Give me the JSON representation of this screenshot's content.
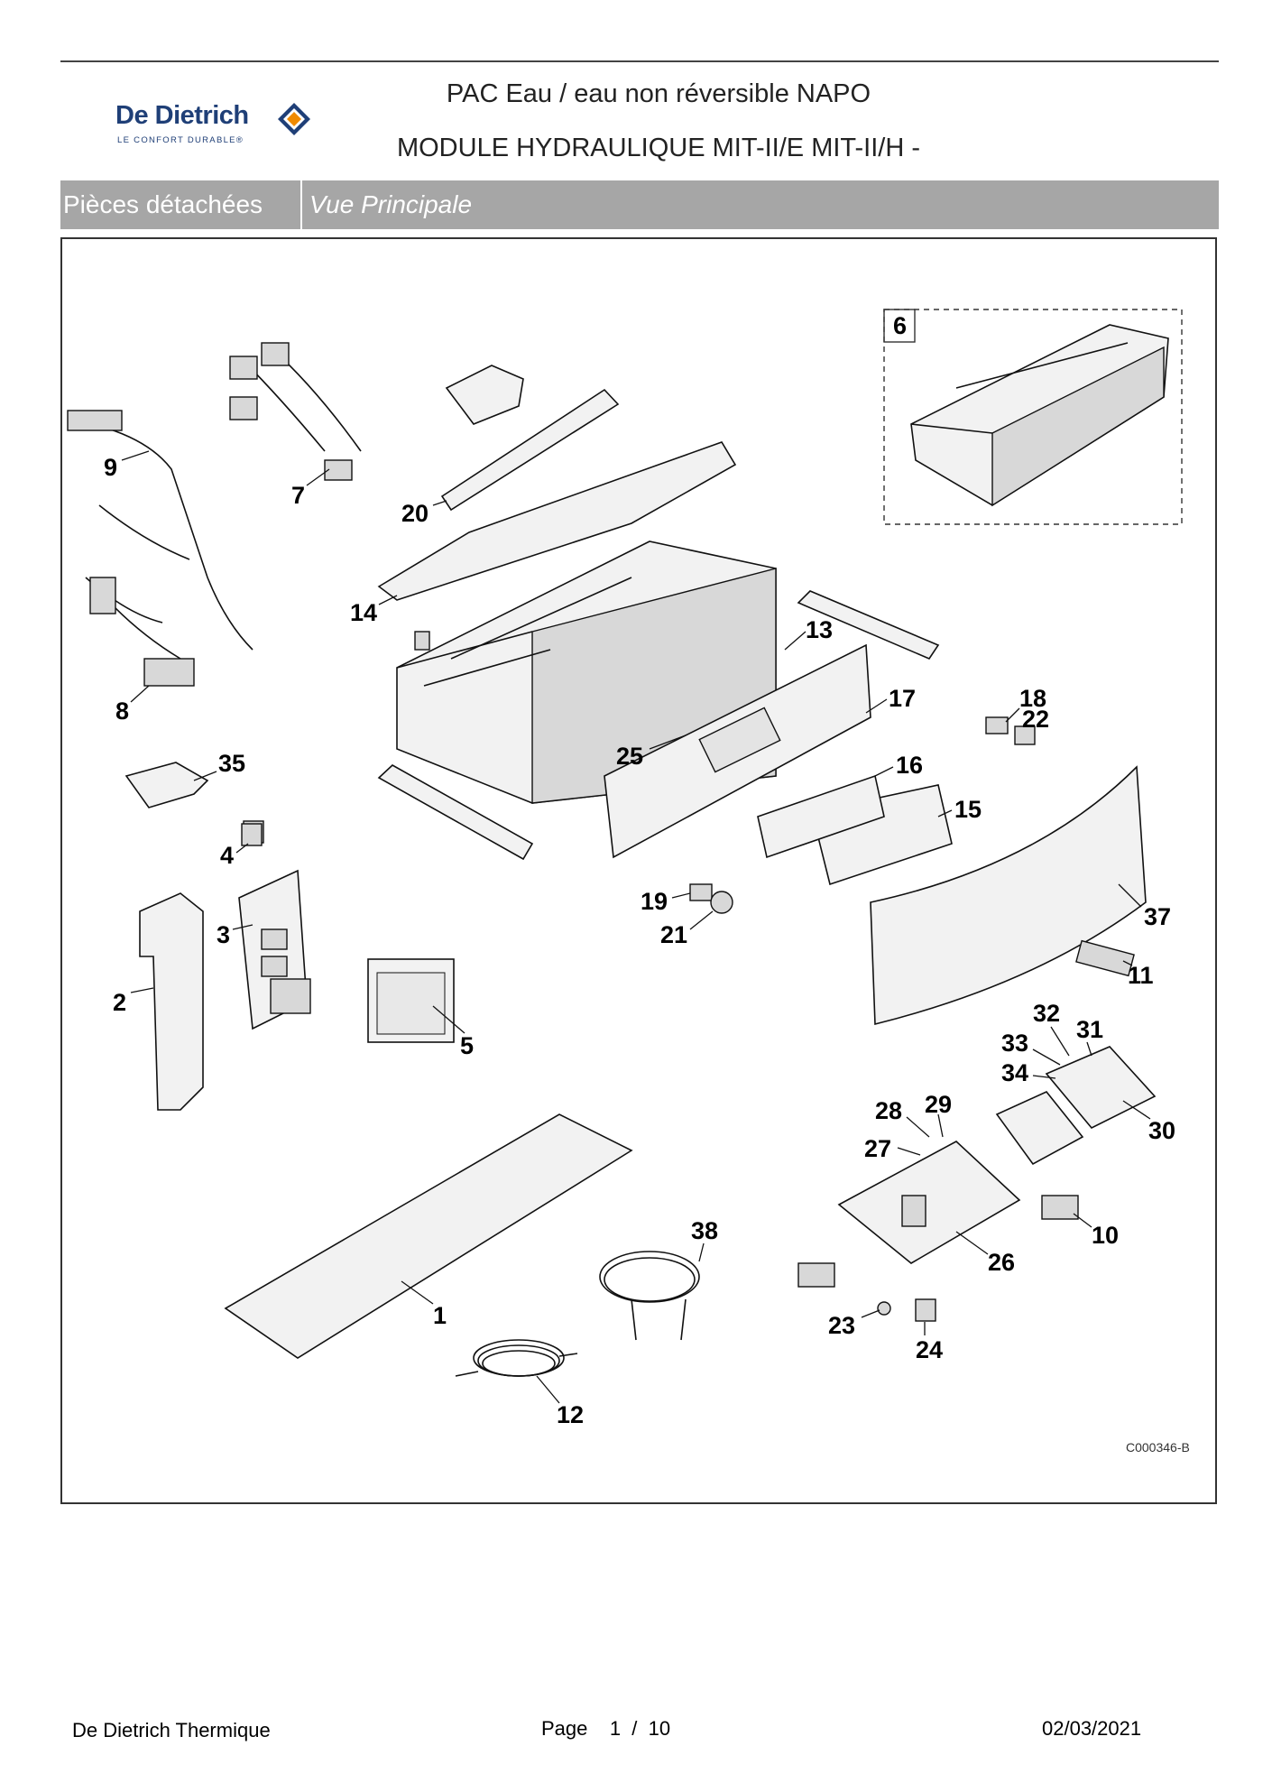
{
  "header": {
    "logo_brand": "De Dietrich",
    "logo_tagline": "LE CONFORT DURABLE®",
    "title_line1": "PAC Eau / eau non réversible NAPO",
    "title_line2": "MODULE HYDRAULIQUE MIT-II/E  MIT-II/H -"
  },
  "band": {
    "section": "Pièces détachées",
    "view": "Vue Principale"
  },
  "diagram": {
    "part_labels": [
      "1",
      "2",
      "3",
      "4",
      "5",
      "6",
      "7",
      "8",
      "9",
      "10",
      "11",
      "12",
      "13",
      "14",
      "15",
      "16",
      "17",
      "18",
      "19",
      "20",
      "21",
      "22",
      "23",
      "24",
      "25",
      "26",
      "27",
      "28",
      "29",
      "30",
      "31",
      "32",
      "33",
      "34",
      "35",
      "37",
      "38"
    ],
    "reference": "C000346-B"
  },
  "footer": {
    "company": "De Dietrich Thermique",
    "page": "Page    1  /  10",
    "date": "02/03/2021"
  },
  "colors": {
    "band_background": "#a6a6a6",
    "logo_blue": "#1f3f77",
    "logo_orange": "#f08a00"
  }
}
